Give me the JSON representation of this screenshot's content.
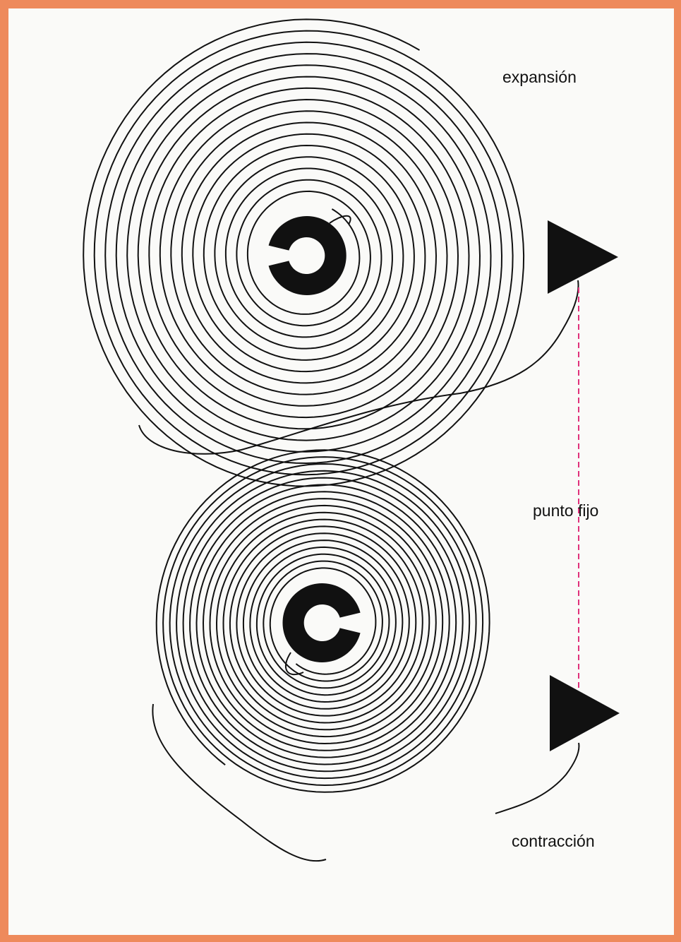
{
  "diagram": {
    "labels": {
      "expansion": "expansión",
      "fixed_point": "punto fijo",
      "contraction": "contracción"
    },
    "colors": {
      "frame": "#ee8a5c",
      "background": "#fafaf8",
      "spring": "#111111",
      "fixed_point_line": "#e0307a"
    },
    "springs": [
      {
        "name": "expansion-spring",
        "state": "expanded",
        "turns": 16
      },
      {
        "name": "contraction-spring",
        "state": "contracted",
        "turns": 18
      }
    ]
  }
}
